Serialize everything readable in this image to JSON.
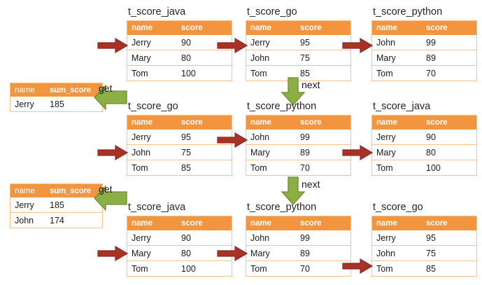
{
  "meta": {
    "title": "Sort-merge / iteration over three score tables",
    "colors": {
      "header_orange": "#F3943F",
      "table_border": "#F8C08A",
      "red_arrow": "#A93226",
      "red_arrow_dark": "#8C2B22",
      "green_arrow": "#8CAF43",
      "green_arrow_dark": "#6E8C33",
      "text": "#1A1A1A",
      "background": "#FFFFFF"
    },
    "columns": [
      "name",
      "score"
    ],
    "result_columns": [
      "name",
      "sum_score"
    ]
  },
  "labels": {
    "next": "next",
    "get": "get"
  },
  "rows": [
    {
      "id": "row-1",
      "tables": [
        {
          "id": "r1-t1",
          "title": "t_score_java",
          "headers": [
            "name",
            "score"
          ],
          "rows": [
            {
              "name": "Jerry",
              "score": "90"
            },
            {
              "name": "Mary",
              "score": "80"
            },
            {
              "name": "Tom",
              "score": "100"
            }
          ],
          "cursor_row": 0
        },
        {
          "id": "r1-t2",
          "title": "t_score_go",
          "headers": [
            "name",
            "score"
          ],
          "rows": [
            {
              "name": "Jerry",
              "score": "95"
            },
            {
              "name": "John",
              "score": "75"
            },
            {
              "name": "Tom",
              "score": "85"
            }
          ],
          "cursor_row": 0
        },
        {
          "id": "r1-t3",
          "title": "t_score_python",
          "headers": [
            "name",
            "score"
          ],
          "rows": [
            {
              "name": "John",
              "score": "99"
            },
            {
              "name": "Mary",
              "score": "89"
            },
            {
              "name": "Tom",
              "score": "70"
            }
          ],
          "cursor_row": 0
        }
      ],
      "result": {
        "id": "res-1",
        "headers": [
          "name",
          "sum_score"
        ],
        "rows": [
          {
            "name": "Jerry",
            "sum_score": "185"
          }
        ]
      }
    },
    {
      "id": "row-2",
      "tables": [
        {
          "id": "r2-t1",
          "title": "t_score_go",
          "headers": [
            "name",
            "score"
          ],
          "rows": [
            {
              "name": "Jerry",
              "score": "95"
            },
            {
              "name": "John",
              "score": "75"
            },
            {
              "name": "Tom",
              "score": "85"
            }
          ],
          "cursor_row": 1
        },
        {
          "id": "r2-t2",
          "title": "t_score_python",
          "headers": [
            "name",
            "score"
          ],
          "rows": [
            {
              "name": "John",
              "score": "99"
            },
            {
              "name": "Mary",
              "score": "89"
            },
            {
              "name": "Tom",
              "score": "70"
            }
          ],
          "cursor_row": 0
        },
        {
          "id": "r2-t3",
          "title": "t_score_java",
          "headers": [
            "name",
            "score"
          ],
          "rows": [
            {
              "name": "Jerry",
              "score": "90"
            },
            {
              "name": "Mary",
              "score": "80"
            },
            {
              "name": "Tom",
              "score": "100"
            }
          ],
          "cursor_row": 1
        }
      ],
      "result": {
        "id": "res-2",
        "headers": [
          "name",
          "sum_score"
        ],
        "rows": [
          {
            "name": "Jerry",
            "sum_score": "185"
          },
          {
            "name": "John",
            "sum_score": "174"
          }
        ]
      }
    },
    {
      "id": "row-3",
      "tables": [
        {
          "id": "r3-t1",
          "title": "t_score_java",
          "headers": [
            "name",
            "score"
          ],
          "rows": [
            {
              "name": "Jerry",
              "score": "90"
            },
            {
              "name": "Mary",
              "score": "80"
            },
            {
              "name": "Tom",
              "score": "100"
            }
          ],
          "cursor_row": 1
        },
        {
          "id": "r3-t2",
          "title": "t_score_python",
          "headers": [
            "name",
            "score"
          ],
          "rows": [
            {
              "name": "John",
              "score": "99"
            },
            {
              "name": "Mary",
              "score": "89"
            },
            {
              "name": "Tom",
              "score": "70"
            }
          ],
          "cursor_row": 1
        },
        {
          "id": "r3-t3",
          "title": "t_score_go",
          "headers": [
            "name",
            "score"
          ],
          "rows": [
            {
              "name": "Jerry",
              "score": "95"
            },
            {
              "name": "John",
              "score": "75"
            },
            {
              "name": "Tom",
              "score": "85"
            }
          ],
          "cursor_row": 2
        }
      ],
      "result": null
    }
  ]
}
